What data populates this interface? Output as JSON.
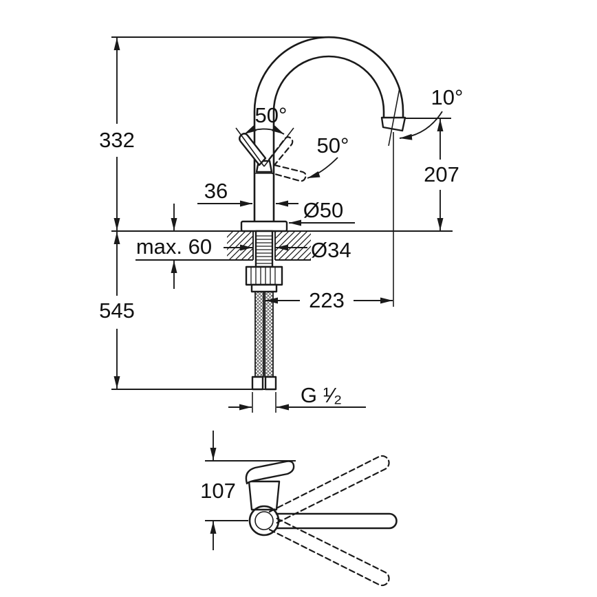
{
  "drawing": {
    "colors": {
      "line": "#1a1a1a",
      "background": "#ffffff"
    },
    "labels": {
      "height_total": "332",
      "height_below": "545",
      "spout_height": "207",
      "spout_tilt": "10°",
      "handle_swing_top": "50°",
      "handle_swing_side": "50°",
      "body_width": "36",
      "base_diameter": "Ø50",
      "max_deck_thickness": "max. 60",
      "hole_diameter": "Ø34",
      "spout_reach": "223",
      "connection_thread": "G ¹⁄₂",
      "side_height": "107"
    }
  }
}
